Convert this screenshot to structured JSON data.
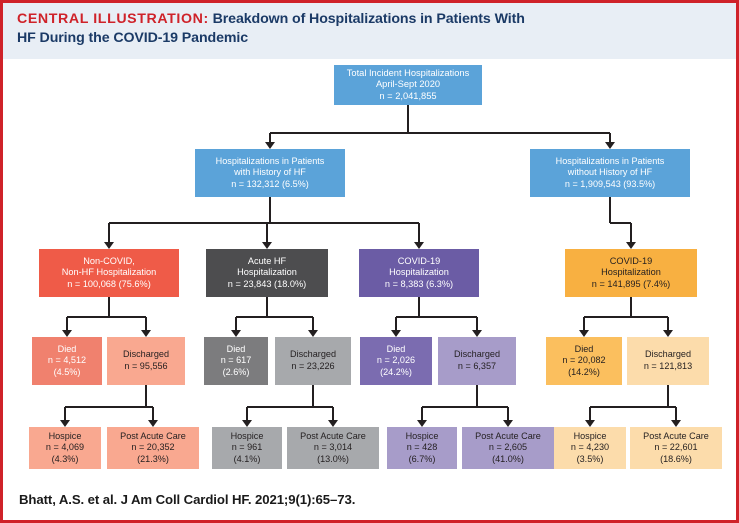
{
  "header": {
    "label": "CENTRAL ILLUSTRATION:",
    "title": "Breakdown of Hospitalizations in Patients With HF During the COVID-19 Pandemic",
    "title_line1": "Breakdown of Hospitalizations in Patients With",
    "title_line2": "HF During the COVID-19 Pandemic",
    "bg_color": "#e8eef5",
    "label_color": "#cf2229",
    "title_color": "#1b3a66"
  },
  "border_color": "#cf2229",
  "footer": {
    "citation": "Bhatt, A.S. et al. J Am Coll Cardiol HF. 2021;9(1):65–73."
  },
  "chart_data": {
    "type": "diagram",
    "title": "Breakdown of Hospitalizations in Patients With HF During the COVID-19 Pandemic",
    "nodes": [
      {
        "id": "root",
        "label": "Total Incident Hospitalizations",
        "lines": [
          "Total Incident Hospitalizations",
          "April-Sept 2020",
          "n = 2,041,855"
        ],
        "n": 2041855,
        "percent": null,
        "color": "#5ba3d9",
        "text_color": "#ffffff"
      },
      {
        "id": "hf-history",
        "lines": [
          "Hospitalizations in Patients",
          "with History of HF",
          "n = 132,312 (6.5%)"
        ],
        "n": 132312,
        "percent": 6.5,
        "color": "#5ba3d9",
        "text_color": "#ffffff"
      },
      {
        "id": "no-hf-history",
        "lines": [
          "Hospitalizations in Patients",
          "without History of HF",
          "n = 1,909,543 (93.5%)"
        ],
        "n": 1909543,
        "percent": 93.5,
        "color": "#5ba3d9",
        "text_color": "#ffffff"
      },
      {
        "id": "noncovid-nonhf",
        "lines": [
          "Non-COVID,",
          "Non-HF Hospitalization",
          "n = 100,068 (75.6%)"
        ],
        "n": 100068,
        "percent": 75.6,
        "color": "#ef5b48",
        "text_color": "#ffffff"
      },
      {
        "id": "acute-hf",
        "lines": [
          "Acute HF",
          "Hospitalization",
          "n = 23,843 (18.0%)"
        ],
        "n": 23843,
        "percent": 18.0,
        "color": "#4d4d4f",
        "text_color": "#ffffff"
      },
      {
        "id": "covid-hf",
        "lines": [
          "COVID-19",
          "Hospitalization",
          "n = 8,383 (6.3%)"
        ],
        "n": 8383,
        "percent": 6.3,
        "color": "#6b5ca5",
        "text_color": "#ffffff"
      },
      {
        "id": "covid-nohf",
        "lines": [
          "COVID-19",
          "Hospitalization",
          "n = 141,895 (7.4%)"
        ],
        "n": 141895,
        "percent": 7.4,
        "color": "#f8b041",
        "text_color": "#231f20"
      },
      {
        "id": "died-noncovid",
        "lines": [
          "Died",
          "n = 4,512",
          "(4.5%)"
        ],
        "n": 4512,
        "percent": 4.5,
        "color": "#f0816e",
        "text_color": "#ffffff"
      },
      {
        "id": "disch-noncovid",
        "lines": [
          "Discharged",
          "n = 95,556"
        ],
        "n": 95556,
        "percent": null,
        "color": "#f9a890",
        "text_color": "#231f20"
      },
      {
        "id": "died-acutehf",
        "lines": [
          "Died",
          "n = 617",
          "(2.6%)"
        ],
        "n": 617,
        "percent": 2.6,
        "color": "#7c7c7e",
        "text_color": "#ffffff"
      },
      {
        "id": "disch-acutehf",
        "lines": [
          "Discharged",
          "n = 23,226"
        ],
        "n": 23226,
        "percent": null,
        "color": "#a7a9ac",
        "text_color": "#231f20"
      },
      {
        "id": "died-covidhf",
        "lines": [
          "Died",
          "n = 2,026",
          "(24.2%)"
        ],
        "n": 2026,
        "percent": 24.2,
        "color": "#7b6cb0",
        "text_color": "#ffffff"
      },
      {
        "id": "disch-covidhf",
        "lines": [
          "Discharged",
          "n = 6,357"
        ],
        "n": 6357,
        "percent": null,
        "color": "#a79cc9",
        "text_color": "#231f20"
      },
      {
        "id": "died-covidnohf",
        "lines": [
          "Died",
          "n = 20,082",
          "(14.2%)"
        ],
        "n": 20082,
        "percent": 14.2,
        "color": "#fbbf5e",
        "text_color": "#231f20"
      },
      {
        "id": "disch-covidnohf",
        "lines": [
          "Discharged",
          "n = 121,813"
        ],
        "n": 121813,
        "percent": null,
        "color": "#fcdcab",
        "text_color": "#231f20"
      },
      {
        "id": "hospice-noncovid",
        "lines": [
          "Hospice",
          "n = 4,069",
          "(4.3%)"
        ],
        "n": 4069,
        "percent": 4.3,
        "color": "#f9a890",
        "text_color": "#231f20"
      },
      {
        "id": "pac-noncovid",
        "lines": [
          "Post Acute Care",
          "n = 20,352",
          "(21.3%)"
        ],
        "n": 20352,
        "percent": 21.3,
        "color": "#f9a890",
        "text_color": "#231f20"
      },
      {
        "id": "hospice-acutehf",
        "lines": [
          "Hospice",
          "n = 961",
          "(4.1%)"
        ],
        "n": 961,
        "percent": 4.1,
        "color": "#a7a9ac",
        "text_color": "#231f20"
      },
      {
        "id": "pac-acutehf",
        "lines": [
          "Post Acute Care",
          "n = 3,014",
          "(13.0%)"
        ],
        "n": 3014,
        "percent": 13.0,
        "color": "#a7a9ac",
        "text_color": "#231f20"
      },
      {
        "id": "hospice-covidhf",
        "lines": [
          "Hospice",
          "n = 428",
          "(6.7%)"
        ],
        "n": 428,
        "percent": 6.7,
        "color": "#a79cc9",
        "text_color": "#231f20"
      },
      {
        "id": "pac-covidhf",
        "lines": [
          "Post Acute Care",
          "n = 2,605",
          "(41.0%)"
        ],
        "n": 2605,
        "percent": 41.0,
        "color": "#a79cc9",
        "text_color": "#231f20"
      },
      {
        "id": "hospice-covidnohf",
        "lines": [
          "Hospice",
          "n = 4,230",
          "(3.5%)"
        ],
        "n": 4230,
        "percent": 3.5,
        "color": "#fcdcab",
        "text_color": "#231f20"
      },
      {
        "id": "pac-covidnohf",
        "lines": [
          "Post Acute Care",
          "n = 22,601",
          "(18.6%)"
        ],
        "n": 22601,
        "percent": 18.6,
        "color": "#fcdcab",
        "text_color": "#231f20"
      }
    ],
    "edges": [
      {
        "from": "root",
        "to": "hf-history"
      },
      {
        "from": "root",
        "to": "no-hf-history"
      },
      {
        "from": "hf-history",
        "to": "noncovid-nonhf"
      },
      {
        "from": "hf-history",
        "to": "acute-hf"
      },
      {
        "from": "hf-history",
        "to": "covid-hf"
      },
      {
        "from": "no-hf-history",
        "to": "covid-nohf"
      },
      {
        "from": "noncovid-nonhf",
        "to": "died-noncovid"
      },
      {
        "from": "noncovid-nonhf",
        "to": "disch-noncovid"
      },
      {
        "from": "acute-hf",
        "to": "died-acutehf"
      },
      {
        "from": "acute-hf",
        "to": "disch-acutehf"
      },
      {
        "from": "covid-hf",
        "to": "died-covidhf"
      },
      {
        "from": "covid-hf",
        "to": "disch-covidhf"
      },
      {
        "from": "covid-nohf",
        "to": "died-covidnohf"
      },
      {
        "from": "covid-nohf",
        "to": "disch-covidnohf"
      },
      {
        "from": "disch-noncovid",
        "to": "hospice-noncovid"
      },
      {
        "from": "disch-noncovid",
        "to": "pac-noncovid"
      },
      {
        "from": "disch-acutehf",
        "to": "hospice-acutehf"
      },
      {
        "from": "disch-acutehf",
        "to": "pac-acutehf"
      },
      {
        "from": "disch-covidhf",
        "to": "hospice-covidhf"
      },
      {
        "from": "disch-covidhf",
        "to": "pac-covidhf"
      },
      {
        "from": "disch-covidnohf",
        "to": "hospice-covidnohf"
      },
      {
        "from": "disch-covidnohf",
        "to": "pac-covidnohf"
      }
    ]
  }
}
